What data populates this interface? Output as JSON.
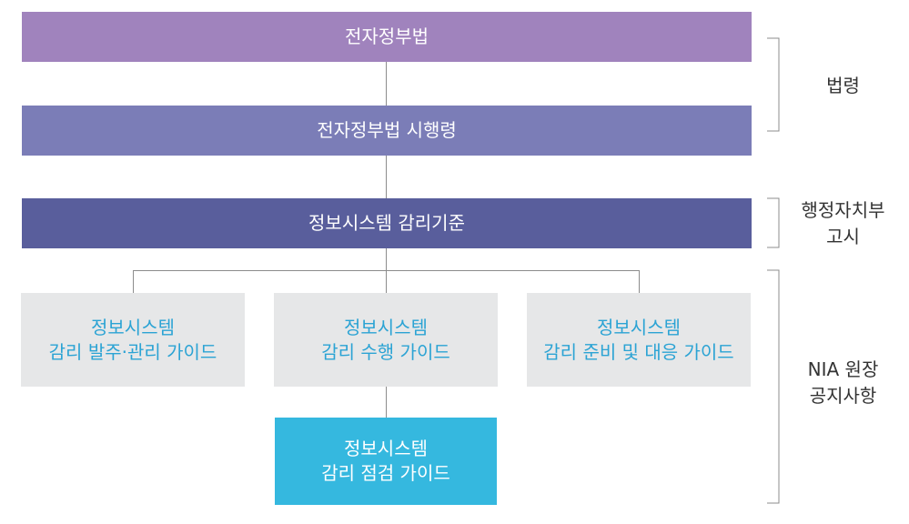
{
  "boxes": {
    "law": "전자정부법",
    "decree": "전자정부법 시행령",
    "standard": "정보시스템 감리기준",
    "guide_order": {
      "line1": "정보시스템",
      "line2": "감리 발주·관리 가이드"
    },
    "guide_perform": {
      "line1": "정보시스템",
      "line2": "감리 수행 가이드"
    },
    "guide_prepare": {
      "line1": "정보시스템",
      "line2": "감리 준비 및 대응 가이드"
    },
    "guide_inspect": {
      "line1": "정보시스템",
      "line2": "감리 점검 가이드"
    }
  },
  "labels": {
    "law": "법령",
    "ministry": {
      "line1": "행정자치부",
      "line2": "고시"
    },
    "nia": {
      "line1": "NIA 원장",
      "line2": "공지사항"
    }
  },
  "colors": {
    "law_box": "#a083bd",
    "decree_box": "#7b7db7",
    "standard_box": "#595e9c",
    "guide_box": "#e6e7e8",
    "guide_text": "#2ba3d4",
    "inspect_box": "#35b8df",
    "connector": "#8c8c8c"
  }
}
